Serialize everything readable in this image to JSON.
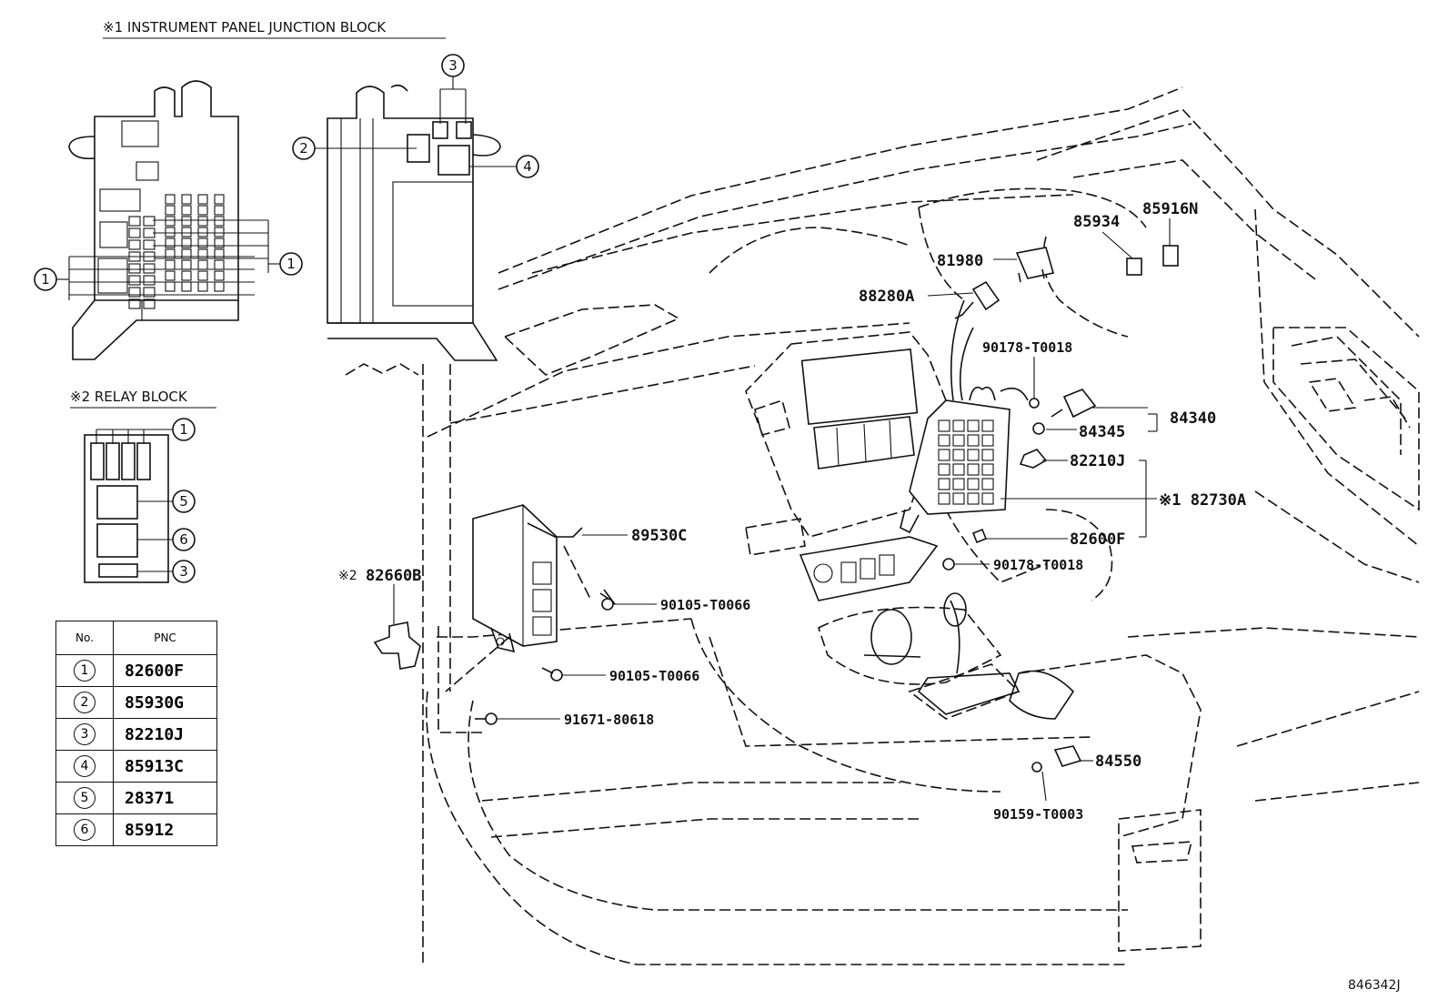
{
  "headers": {
    "junction_block": "※1 INSTRUMENT PANEL JUNCTION BLOCK",
    "relay_block": "※2 RELAY BLOCK"
  },
  "callouts": [
    "1",
    "2",
    "3",
    "4",
    "5",
    "6"
  ],
  "table": {
    "col_no": "No.",
    "col_pnc": "PNC",
    "rows": [
      {
        "no": "1",
        "pnc": "82600F"
      },
      {
        "no": "2",
        "pnc": "85930G"
      },
      {
        "no": "3",
        "pnc": "82210J"
      },
      {
        "no": "4",
        "pnc": "85913C"
      },
      {
        "no": "5",
        "pnc": "28371"
      },
      {
        "no": "6",
        "pnc": "85912"
      }
    ]
  },
  "labels": {
    "p85934": "85934",
    "p85916N": "85916N",
    "p81980": "81980",
    "p88280A": "88280A",
    "p90178a": "90178-T0018",
    "p84345": "84345",
    "p84340": "84340",
    "p82210J": "82210J",
    "p82730A": "※1 82730A",
    "p89530C": "89530C",
    "p82600F": "82600F",
    "p90178b": "90178-T0018",
    "p82660B": "82660B",
    "p82660B_mark": "※2",
    "p90105a": "90105-T0066",
    "p90105b": "90105-T0066",
    "p91671": "91671-80618",
    "p84550": "84550",
    "p90159": "90159-T0003"
  },
  "figure_code": "846342J"
}
